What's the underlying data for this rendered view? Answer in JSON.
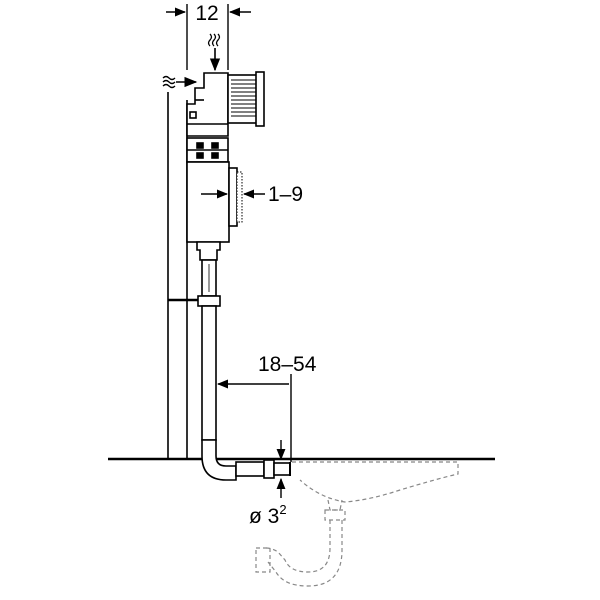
{
  "dimensions": {
    "top_depth": "12",
    "adjust_range": "1–9",
    "offset_range": "18–54",
    "diameter_prefix": "ø 3",
    "diameter_sup": "2"
  },
  "colors": {
    "line": "#000000",
    "hidden_line": "#888888",
    "background": "#ffffff"
  },
  "icons": {
    "water_inlet_top": "wavy-arrow-icon",
    "water_inlet_side": "wavy-arrow-icon"
  }
}
